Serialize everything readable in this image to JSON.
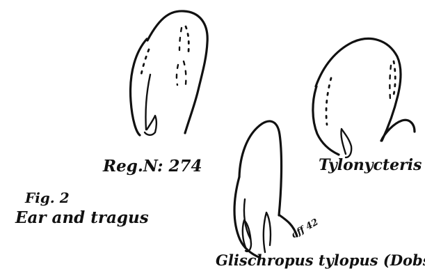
{
  "labels": {
    "reg_no": "Reg.N: 274",
    "fig": "Fig. 2",
    "caption": "Ear and tragus",
    "tylonycteris": "Tylonycteris",
    "glischropus": "Glischropus tylopus (Dobson)",
    "glischropus_note": "off 42"
  }
}
